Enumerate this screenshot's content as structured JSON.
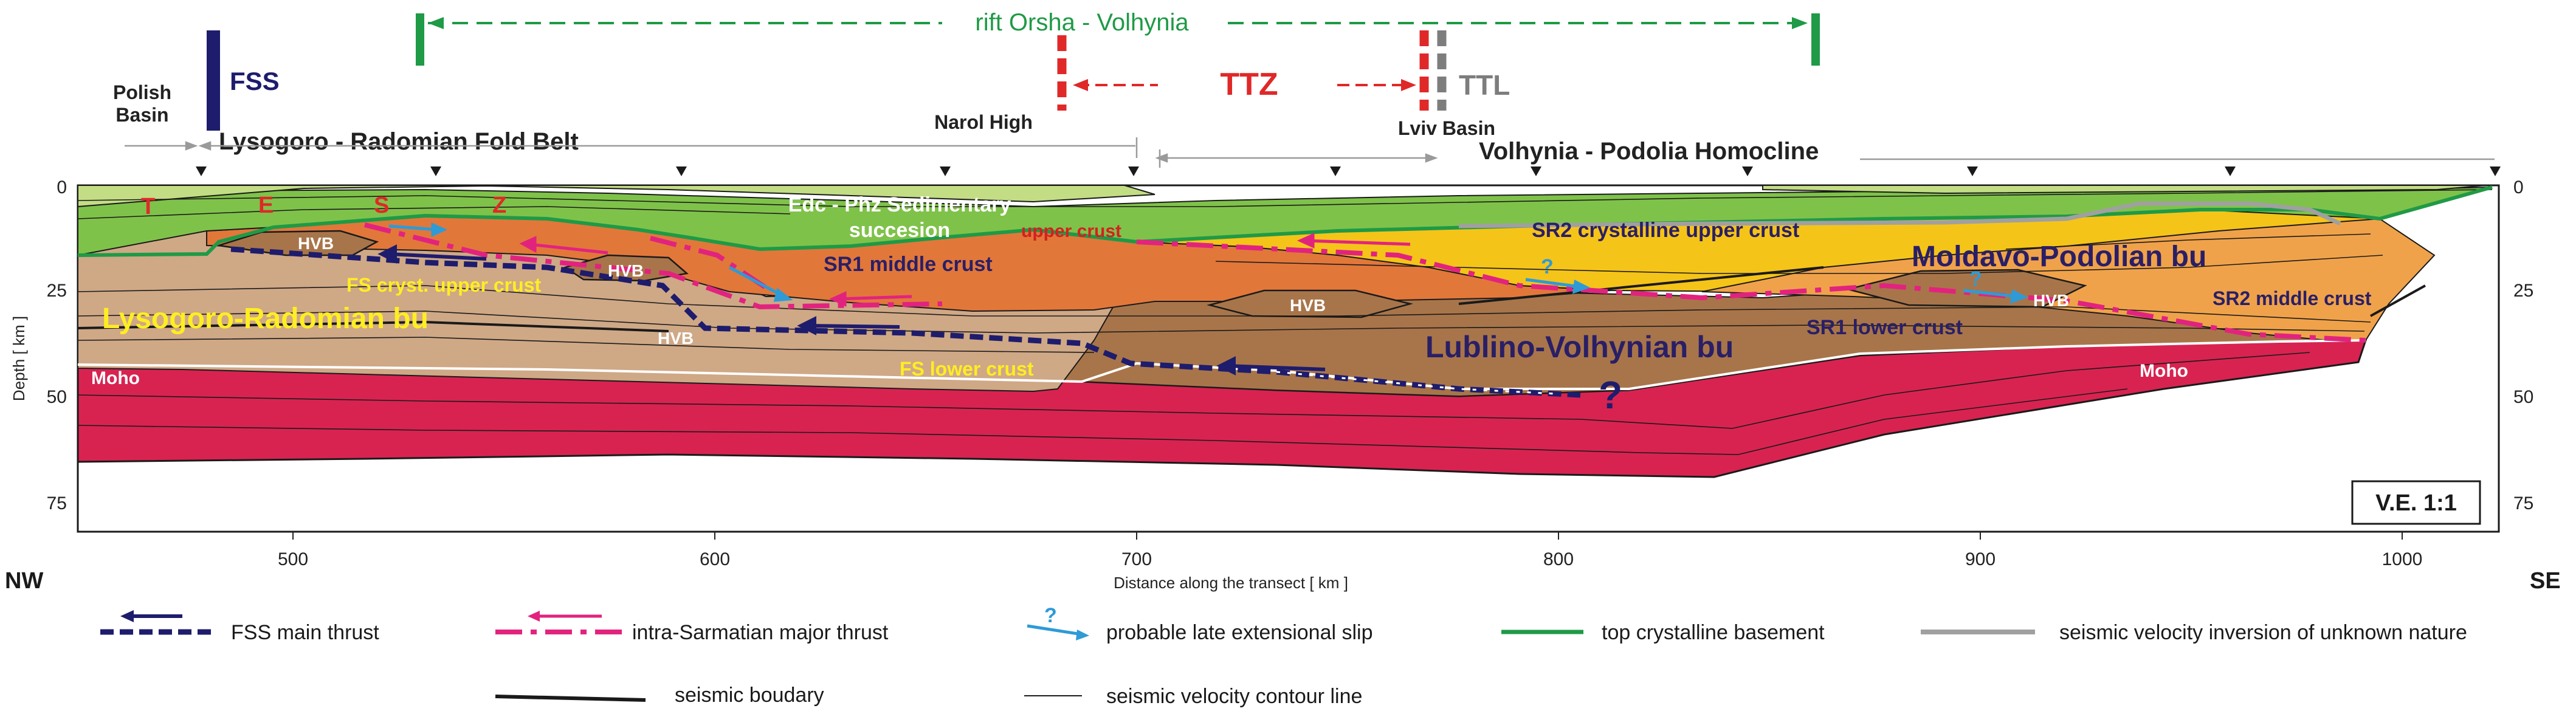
{
  "header": {
    "rift_label": "rift Orsha - Volhynia",
    "fss": "FSS",
    "ttz": "TTZ",
    "ttl": "TTL",
    "polish_basin": [
      "Polish",
      "Basin"
    ],
    "lysogoro_fold_belt": "Lysogoro - Radomian Fold Belt",
    "narol_high": "Narol High",
    "lviv_basin": "Lviv Basin",
    "volhynia_homocline": "Volhynia - Podolia Homocline"
  },
  "section": {
    "layer_labels": {
      "T": "T",
      "E": "E",
      "S": "S",
      "Z": "Z",
      "edc_1": "Edc - Phz Sedimentary",
      "edc_2": "succesion",
      "upper_crust": "upper crust",
      "sr2_upper": "SR2 crystalline upper crust",
      "sr1_middle": "SR1 middle crust",
      "moldavo": "Moldavo-Podolian bu",
      "lysogoro_bu": "Lysogoro-Radomian bu",
      "fs_upper": "FS cryst. upper crust",
      "hvb": "HVB",
      "lublino": "Lublino-Volhynian bu",
      "sr1_lower": "SR1 lower crust",
      "sr2_middle": "SR2 middle crust",
      "fs_lower": "FS lower crust",
      "moho": "Moho",
      "question": "?"
    },
    "ve_label": "V.E. 1:1"
  },
  "axes": {
    "y_title": "Depth  [ km ]",
    "y_ticks": [
      "0",
      "25",
      "50",
      "75"
    ],
    "x_title": "Distance along the transect  [ km ]",
    "x_ticks": [
      "500",
      "600",
      "700",
      "800",
      "900",
      "1000"
    ],
    "nw": "NW",
    "se": "SE"
  },
  "legend": {
    "items": [
      "FSS main thrust",
      "intra-Sarmatian major thrust",
      "probable late extensional slip",
      "top crystalline basement",
      "seismic velocity inversion of unknown nature",
      "seismic boudary",
      "seismic velocity contour line"
    ]
  },
  "colors": {
    "sediment_light": "#c3dd84",
    "sediment_green": "#7fc24a",
    "upper_crust_orange": "#e2773a",
    "yellow_crust": "#f5c418",
    "light_orange": "#f0a24a",
    "tan_crust": "#cfa886",
    "brown_crust": "#a8754a",
    "mantle_red": "#d82351",
    "fss_navy": "#1e1c6c",
    "sarmatian_magenta": "#e2237e",
    "rift_green": "#1f9a46",
    "ttz_red": "#e02828",
    "ttl_gray": "#7d7d7d",
    "slip_blue": "#2e9bd6",
    "label_yellow": "#ffee22"
  }
}
